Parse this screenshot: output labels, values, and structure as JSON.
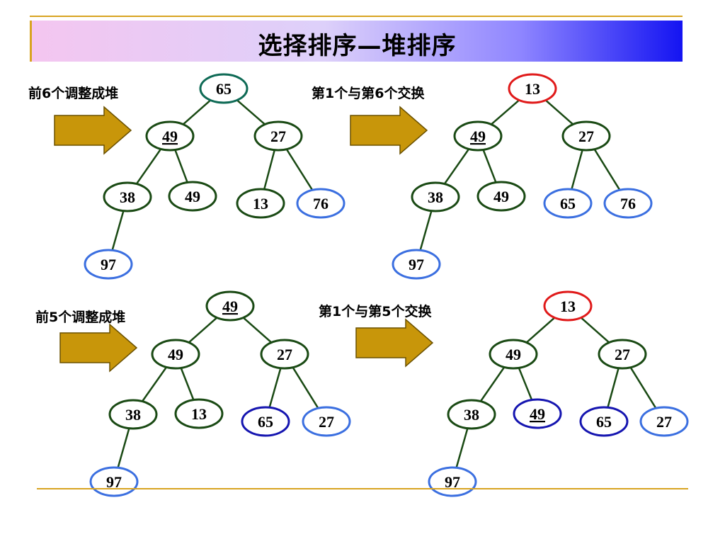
{
  "title": "选择排序—堆排序",
  "colors": {
    "normal": "#1a4a14",
    "blue": "#3b6fe0",
    "dark_blue": "#1515b0",
    "red": "#e01a1a",
    "teal": "#0e6a55",
    "arrow_fill": "#c8960a",
    "arrow_stroke": "#6a5000",
    "edge": "#1a4a14"
  },
  "steps": [
    {
      "caption": "前6个调整成堆",
      "nodes": [
        {
          "id": "a0",
          "label": "65",
          "style": "teal",
          "underline": false
        },
        {
          "id": "a1",
          "label": "49",
          "style": "normal",
          "underline": true
        },
        {
          "id": "a2",
          "label": "27",
          "style": "normal",
          "underline": false
        },
        {
          "id": "a3",
          "label": "38",
          "style": "normal",
          "underline": false
        },
        {
          "id": "a4",
          "label": "49",
          "style": "normal",
          "underline": false
        },
        {
          "id": "a5",
          "label": "13",
          "style": "normal",
          "underline": false
        },
        {
          "id": "a6",
          "label": "76",
          "style": "blue",
          "underline": false
        },
        {
          "id": "a7",
          "label": "97",
          "style": "blue",
          "underline": false
        }
      ]
    },
    {
      "caption": "第1个与第6个交换",
      "nodes": [
        {
          "id": "b0",
          "label": "13",
          "style": "red",
          "underline": false
        },
        {
          "id": "b1",
          "label": "49",
          "style": "normal",
          "underline": true
        },
        {
          "id": "b2",
          "label": "27",
          "style": "normal",
          "underline": false
        },
        {
          "id": "b3",
          "label": "38",
          "style": "normal",
          "underline": false
        },
        {
          "id": "b4",
          "label": "49",
          "style": "normal",
          "underline": false
        },
        {
          "id": "b5",
          "label": "65",
          "style": "blue",
          "underline": false
        },
        {
          "id": "b6",
          "label": "76",
          "style": "blue",
          "underline": false
        },
        {
          "id": "b7",
          "label": "97",
          "style": "blue",
          "underline": false
        }
      ]
    },
    {
      "caption": "前5个调整成堆",
      "nodes": [
        {
          "id": "c0",
          "label": "49",
          "style": "normal",
          "underline": true
        },
        {
          "id": "c1",
          "label": "49",
          "style": "normal",
          "underline": false
        },
        {
          "id": "c2",
          "label": "27",
          "style": "normal",
          "underline": false
        },
        {
          "id": "c3",
          "label": "38",
          "style": "normal",
          "underline": false
        },
        {
          "id": "c4",
          "label": "13",
          "style": "normal",
          "underline": false
        },
        {
          "id": "c5",
          "label": "65",
          "style": "dark_blue",
          "underline": false
        },
        {
          "id": "c6",
          "label": "27",
          "style": "blue",
          "underline": false
        },
        {
          "id": "c7",
          "label": "97",
          "style": "blue",
          "underline": false
        }
      ]
    },
    {
      "caption": "第1个与第5个交换",
      "nodes": [
        {
          "id": "d0",
          "label": "13",
          "style": "red",
          "underline": false
        },
        {
          "id": "d1",
          "label": "49",
          "style": "normal",
          "underline": false
        },
        {
          "id": "d2",
          "label": "27",
          "style": "normal",
          "underline": false
        },
        {
          "id": "d3",
          "label": "38",
          "style": "normal",
          "underline": false
        },
        {
          "id": "d4",
          "label": "49",
          "style": "dark_blue",
          "underline": true
        },
        {
          "id": "d5",
          "label": "65",
          "style": "dark_blue",
          "underline": false
        },
        {
          "id": "d6",
          "label": "27",
          "style": "blue",
          "underline": false
        },
        {
          "id": "d7",
          "label": "97",
          "style": "blue",
          "underline": false
        }
      ]
    }
  ]
}
